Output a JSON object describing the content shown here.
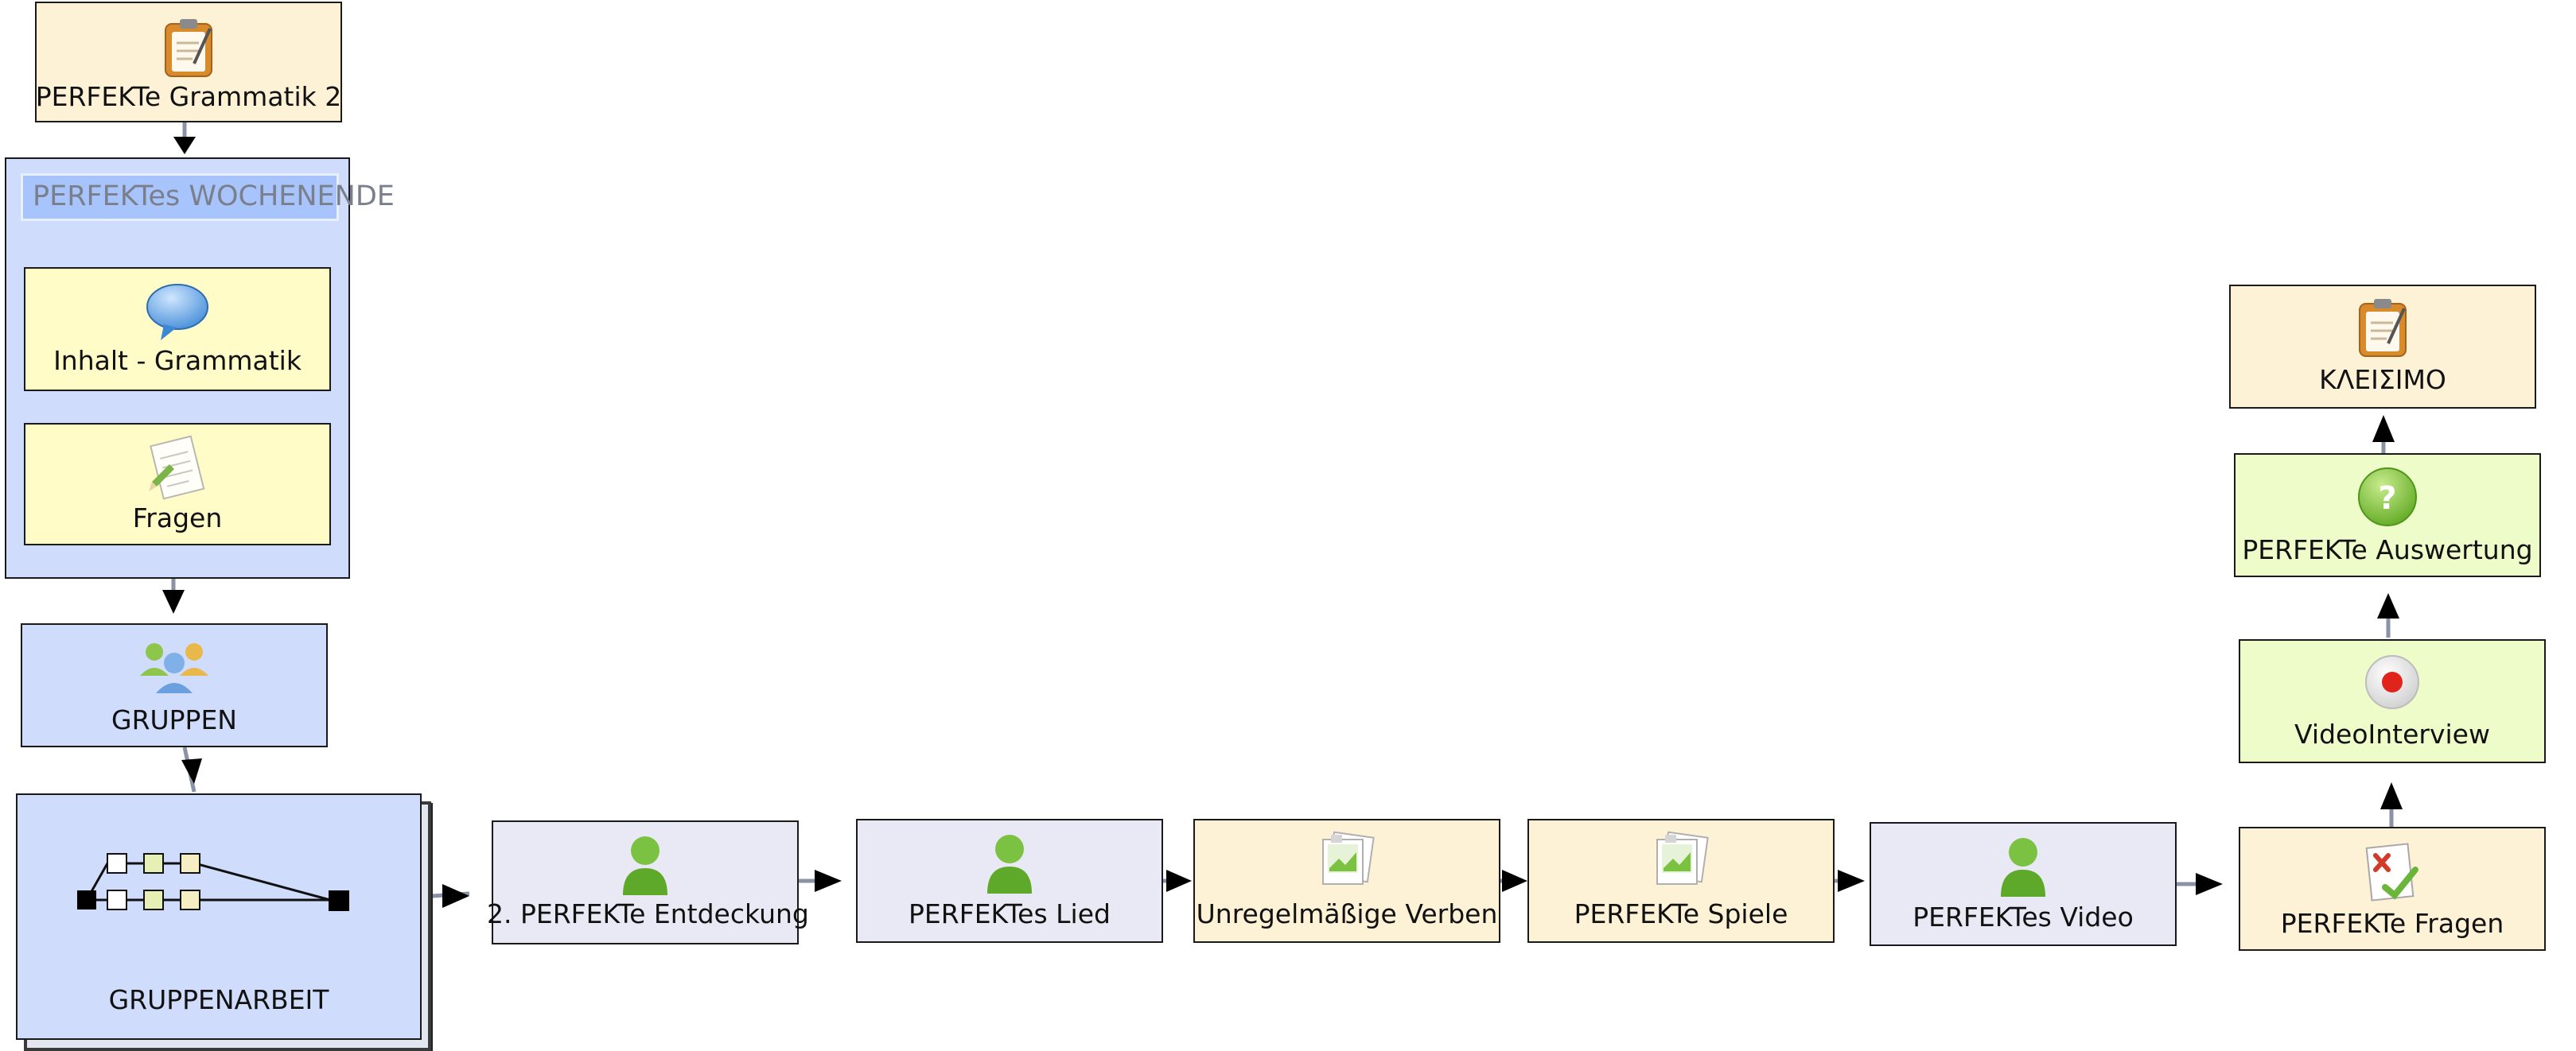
{
  "nodes": {
    "grammatik2": {
      "label": "PERFEKTe Grammatik 2",
      "icon": "clipboard-icon"
    },
    "wochenende": {
      "title": "PERFEKTes WOCHENENDE"
    },
    "inhalt": {
      "label": "Inhalt - Grammatik",
      "icon": "speech-bubble-icon"
    },
    "fragen": {
      "label": "Fragen",
      "icon": "notepad-icon"
    },
    "gruppen": {
      "label": "GRUPPEN",
      "icon": "people-group-icon"
    },
    "gruppenarbeit": {
      "label": "GRUPPENARBEIT",
      "icon": "branching-icon"
    },
    "entdeckung": {
      "label": "2. PERFEKTe Entdeckung",
      "icon": "user-icon"
    },
    "lied": {
      "label": "PERFEKTes Lied",
      "icon": "user-icon"
    },
    "verben": {
      "label": "Unregelmäßige Verben",
      "icon": "image-gallery-icon"
    },
    "spiele": {
      "label": "PERFEKTe Spiele",
      "icon": "image-gallery-icon"
    },
    "video": {
      "label": "PERFEKTes Video",
      "icon": "user-icon"
    },
    "fragen2": {
      "label": "PERFEKTe Fragen",
      "icon": "quiz-icon"
    },
    "interview": {
      "label": "VideoInterview",
      "icon": "record-icon"
    },
    "auswertung": {
      "label": "PERFEKTe Auswertung",
      "icon": "question-icon"
    },
    "kleisimo": {
      "label": "ΚΛΕΙΣΙΜΟ",
      "icon": "clipboard-icon"
    }
  },
  "colors": {
    "tan": "#fdf1d6",
    "yellow": "#fffcc8",
    "blue": "#cfdcfb",
    "lavender": "#e9e8f5",
    "green": "#eefcc9",
    "edge": "#8a93a6"
  }
}
